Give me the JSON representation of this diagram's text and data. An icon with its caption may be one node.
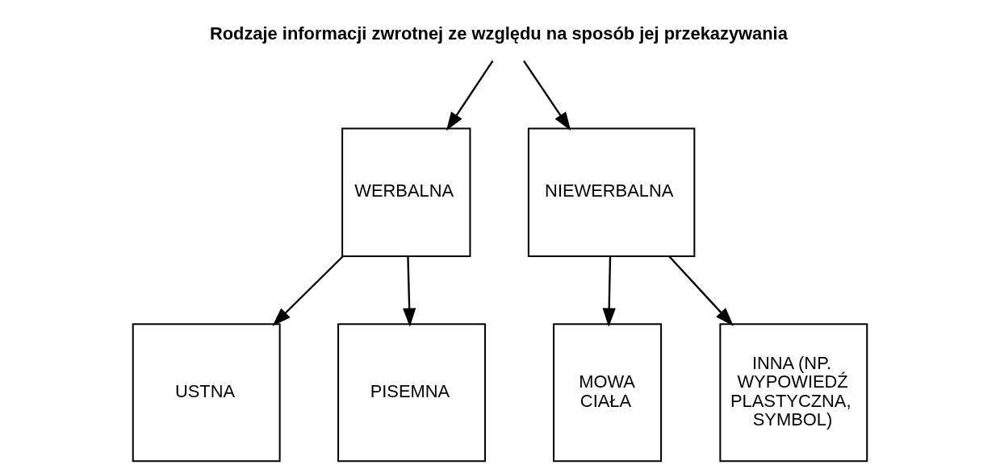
{
  "diagram": {
    "nodes": [
      {
        "text": [
          "Rodzaje informacji zwrotnej ze względu na sposób jej przekazywania"
        ]
      },
      {
        "text": [
          "WERBALNA"
        ]
      },
      {
        "text": [
          "NIEWERBALNA"
        ]
      },
      {
        "text": [
          "USTNA"
        ]
      },
      {
        "text": [
          "PISEMNA"
        ]
      },
      {
        "text": [
          "MOWA CIAŁA"
        ]
      },
      {
        "text": [
          "INNA (NP. WYPOWIEDŹ PLASTYCZNA, SYMBOL)"
        ]
      }
    ],
    "edges": [
      {
        "from": 0,
        "to": 1,
        "arrow": "to"
      },
      {
        "from": 0,
        "to": 2,
        "arrow": "to"
      },
      {
        "from": 1,
        "to": 3,
        "arrow": "to"
      },
      {
        "from": 1,
        "to": 4,
        "arrow": "to"
      },
      {
        "from": 2,
        "to": 5,
        "arrow": "to"
      },
      {
        "from": 2,
        "to": 6,
        "arrow": "to"
      }
    ]
  }
}
